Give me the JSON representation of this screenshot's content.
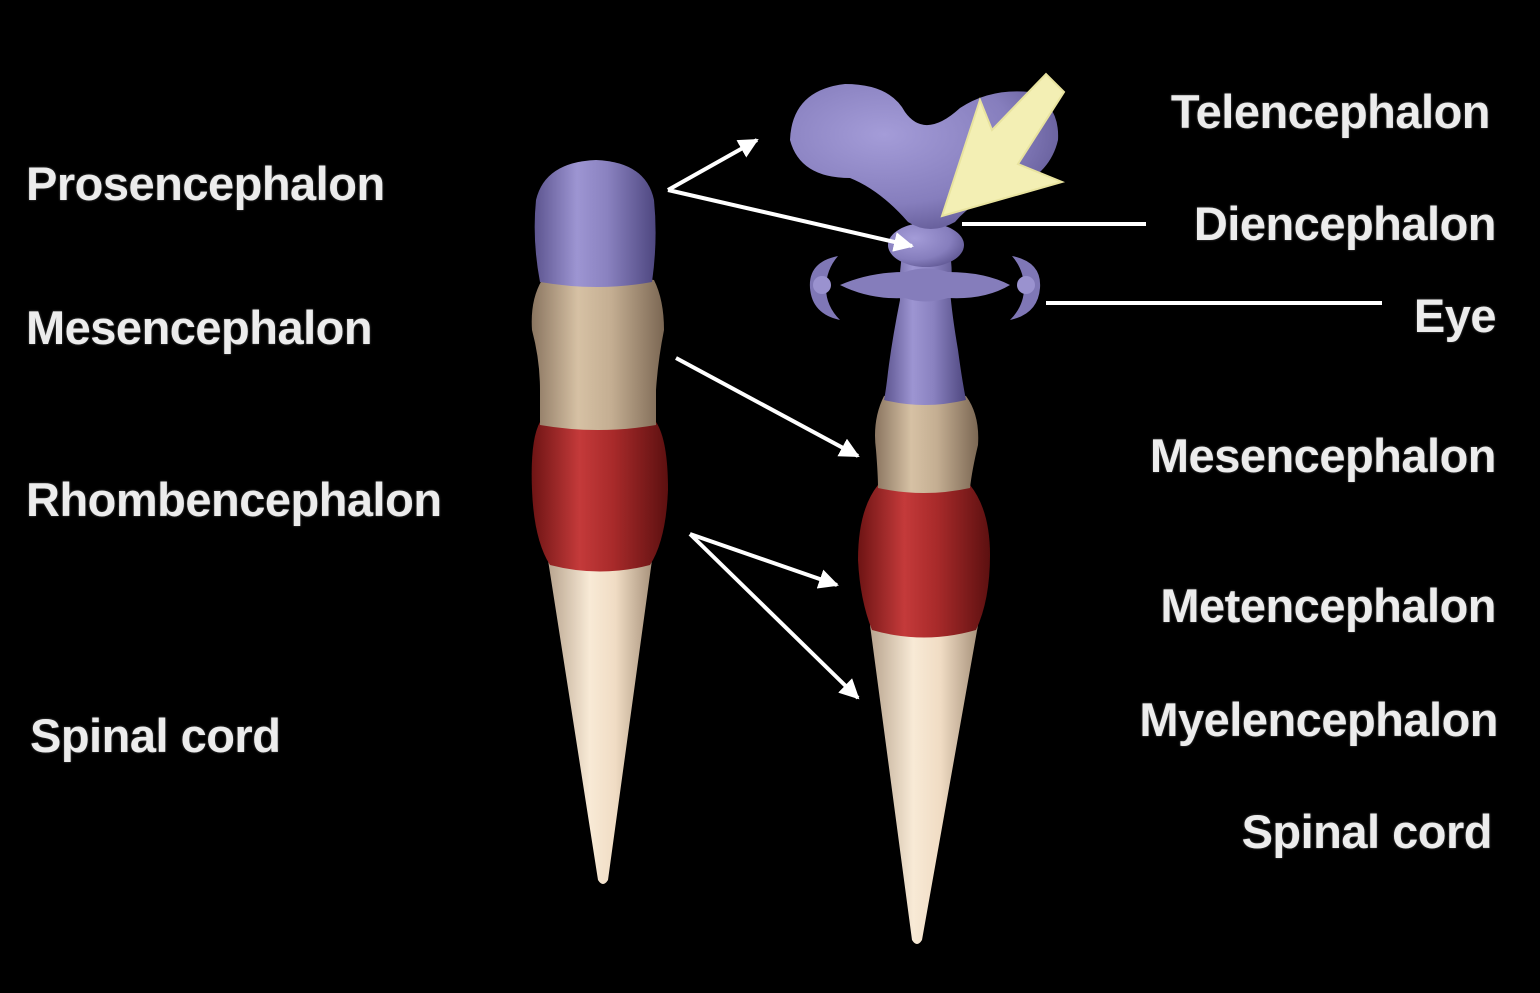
{
  "left_labels": {
    "prosencephalon": "Prosencephalon",
    "mesencephalon": "Mesencephalon",
    "rhombencephalon": "Rhombencephalon",
    "spinal_cord": "Spinal cord"
  },
  "right_labels": {
    "telencephalon": "Telencephalon",
    "diencephalon": "Diencephalon",
    "eye": "Eye",
    "mesencephalon": "Mesencephalon",
    "metencephalon": "Metencephalon",
    "myelencephalon": "Myelencephalon",
    "spinal_cord": "Spinal cord"
  },
  "colors": {
    "background": "#000000",
    "forebrain": "#8a82c0",
    "midbrain": "#c4ae92",
    "hindbrain": "#a82a2a",
    "spinal_cord": "#f0dcc4",
    "highlight_arrow": "#f3efb4",
    "pointer_lines": "#ffffff",
    "label_text": "#ececec"
  }
}
